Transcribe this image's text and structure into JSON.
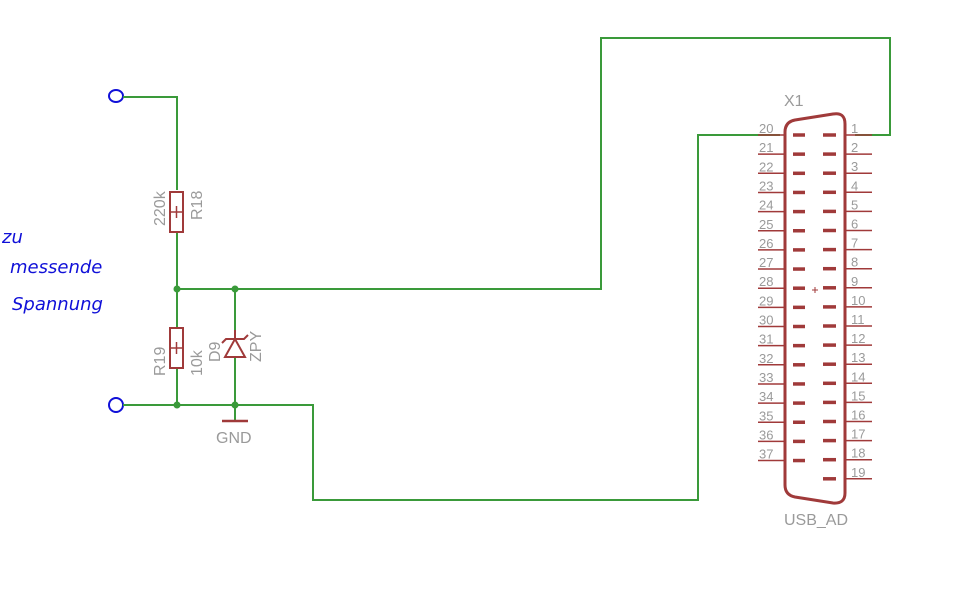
{
  "annotation": {
    "lines": [
      "zu",
      "messende",
      "Spannung"
    ]
  },
  "components": {
    "r18": {
      "name": "R18",
      "value": "220k"
    },
    "r19": {
      "name": "R19",
      "value": "10k"
    },
    "d9": {
      "name": "D9",
      "value": "ZPY"
    },
    "gnd": {
      "label": "GND"
    },
    "x1": {
      "name": "X1",
      "value": "USB_AD"
    }
  },
  "connector": {
    "left_pins": [
      "20",
      "21",
      "22",
      "23",
      "24",
      "25",
      "26",
      "27",
      "28",
      "29",
      "30",
      "31",
      "32",
      "33",
      "34",
      "35",
      "36",
      "37"
    ],
    "right_pins": [
      "1",
      "2",
      "3",
      "4",
      "5",
      "6",
      "7",
      "8",
      "9",
      "10",
      "11",
      "12",
      "13",
      "14",
      "15",
      "16",
      "17",
      "18",
      "19"
    ]
  },
  "colors": {
    "wire": "#3a9a3a",
    "part": "#a03a3a",
    "annotation": "#1010d8",
    "label": "#9a9a9a"
  }
}
